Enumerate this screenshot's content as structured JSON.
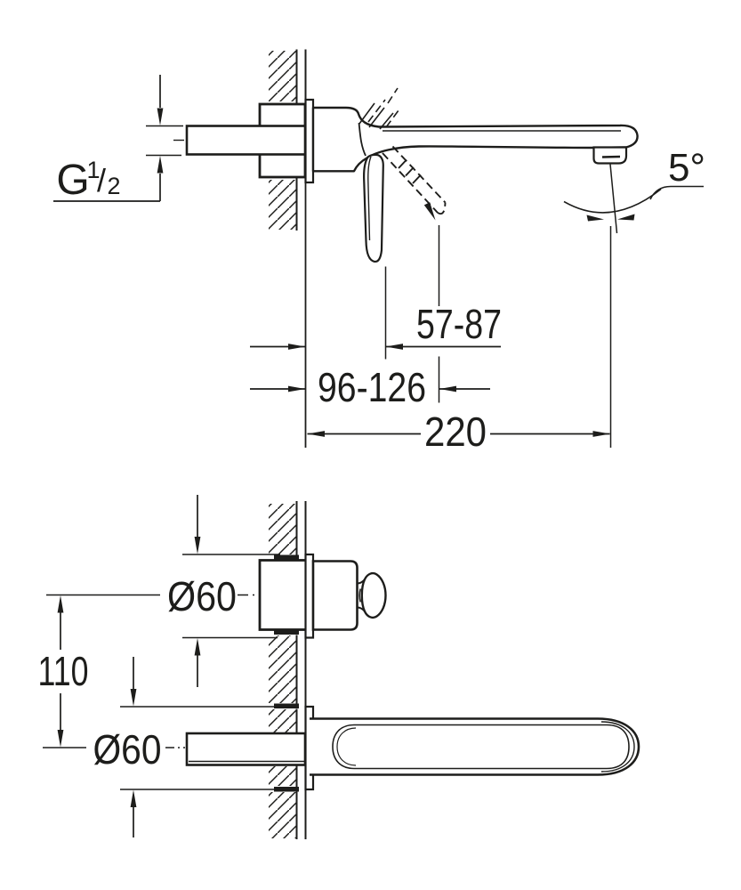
{
  "page": {
    "background": "#ffffff",
    "ink": "#1d1d1b",
    "description": "Technical dimension drawing of a wall-mounted two-hole single-lever basin mixer: side elevation above, plan view below"
  },
  "side_view": {
    "thread_label": {
      "prefix": "G",
      "numerator": "1",
      "slash": "/",
      "denominator": "2"
    },
    "angle_label": "5°",
    "dims": {
      "wall_to_lever": "57-87",
      "wall_to_lever_open": "96-126",
      "spout_projection": "220"
    }
  },
  "plan_view": {
    "dims": {
      "handle_escutcheon_diameter": "Ø60",
      "handle_to_spout_distance": "110",
      "spout_escutcheon_diameter": "Ø60"
    }
  }
}
